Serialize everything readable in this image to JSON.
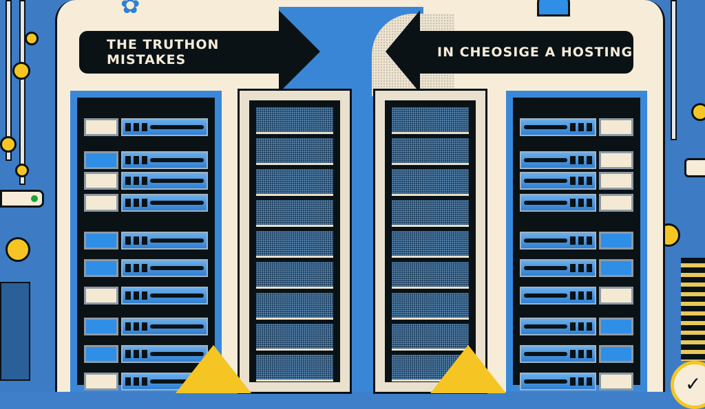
{
  "illustration": {
    "subject": "server racks infographic",
    "banner_left": "THE TRUTHON MISTAKES",
    "banner_right": "IN CHEOSIGE A HOSTING",
    "icons": [
      "gear-icon",
      "person-icon",
      "warning-icon",
      "warning-icon",
      "checkmark-icon"
    ],
    "racks": [
      {
        "position": "left",
        "style": "blue-frame",
        "units": 10
      },
      {
        "position": "center-left",
        "style": "cream-frame",
        "units": 9
      },
      {
        "position": "center-right",
        "style": "cream-frame",
        "units": 9
      },
      {
        "position": "right",
        "style": "blue-frame",
        "units": 10
      }
    ],
    "colors": {
      "background_blue": "#3d7cc4",
      "cream": "#f6ecd8",
      "dark": "#0a1216",
      "accent_blue": "#3a88d8",
      "warning_yellow": "#f5c623"
    }
  }
}
